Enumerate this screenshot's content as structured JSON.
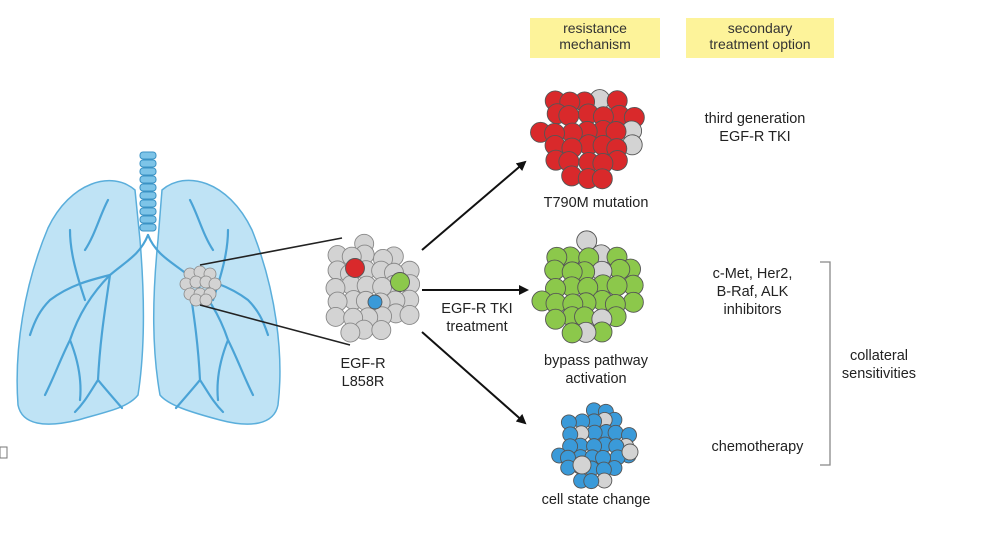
{
  "headers": {
    "resistance_line1": "resistance",
    "resistance_line2": "mechanism",
    "secondary_line1": "secondary",
    "secondary_line2": "treatment option"
  },
  "tumor": {
    "label_line1": "EGF-R",
    "label_line2": "L858R"
  },
  "treatment": {
    "line1": "EGF-R TKI",
    "line2": "treatment"
  },
  "mechanisms": [
    {
      "label_line1": "T790M mutation",
      "label_line2": "",
      "color": "#d9292b"
    },
    {
      "label_line1": "bypass pathway",
      "label_line2": "activation",
      "color": "#8cc84b"
    },
    {
      "label_line1": "cell state change",
      "label_line2": "",
      "color": "#3a9ad9"
    }
  ],
  "options": {
    "third_gen_line1": "third generation",
    "third_gen_line2": "EGF-R TKI",
    "inhibitors_line1": "c-Met, Her2,",
    "inhibitors_line2": "B-Raf, ALK",
    "inhibitors_line3": "inhibitors",
    "chemotherapy": "chemotherapy",
    "collateral_line1": "collateral",
    "collateral_line2": "sensitivities"
  },
  "colors": {
    "lung_fill": "#bfe3f5",
    "lung_stroke": "#5aaedb",
    "airway": "#4aa3d6",
    "gray_cell": "#d3d3d3",
    "cell_stroke": "#888888",
    "header_bg": "#fdf39a"
  }
}
